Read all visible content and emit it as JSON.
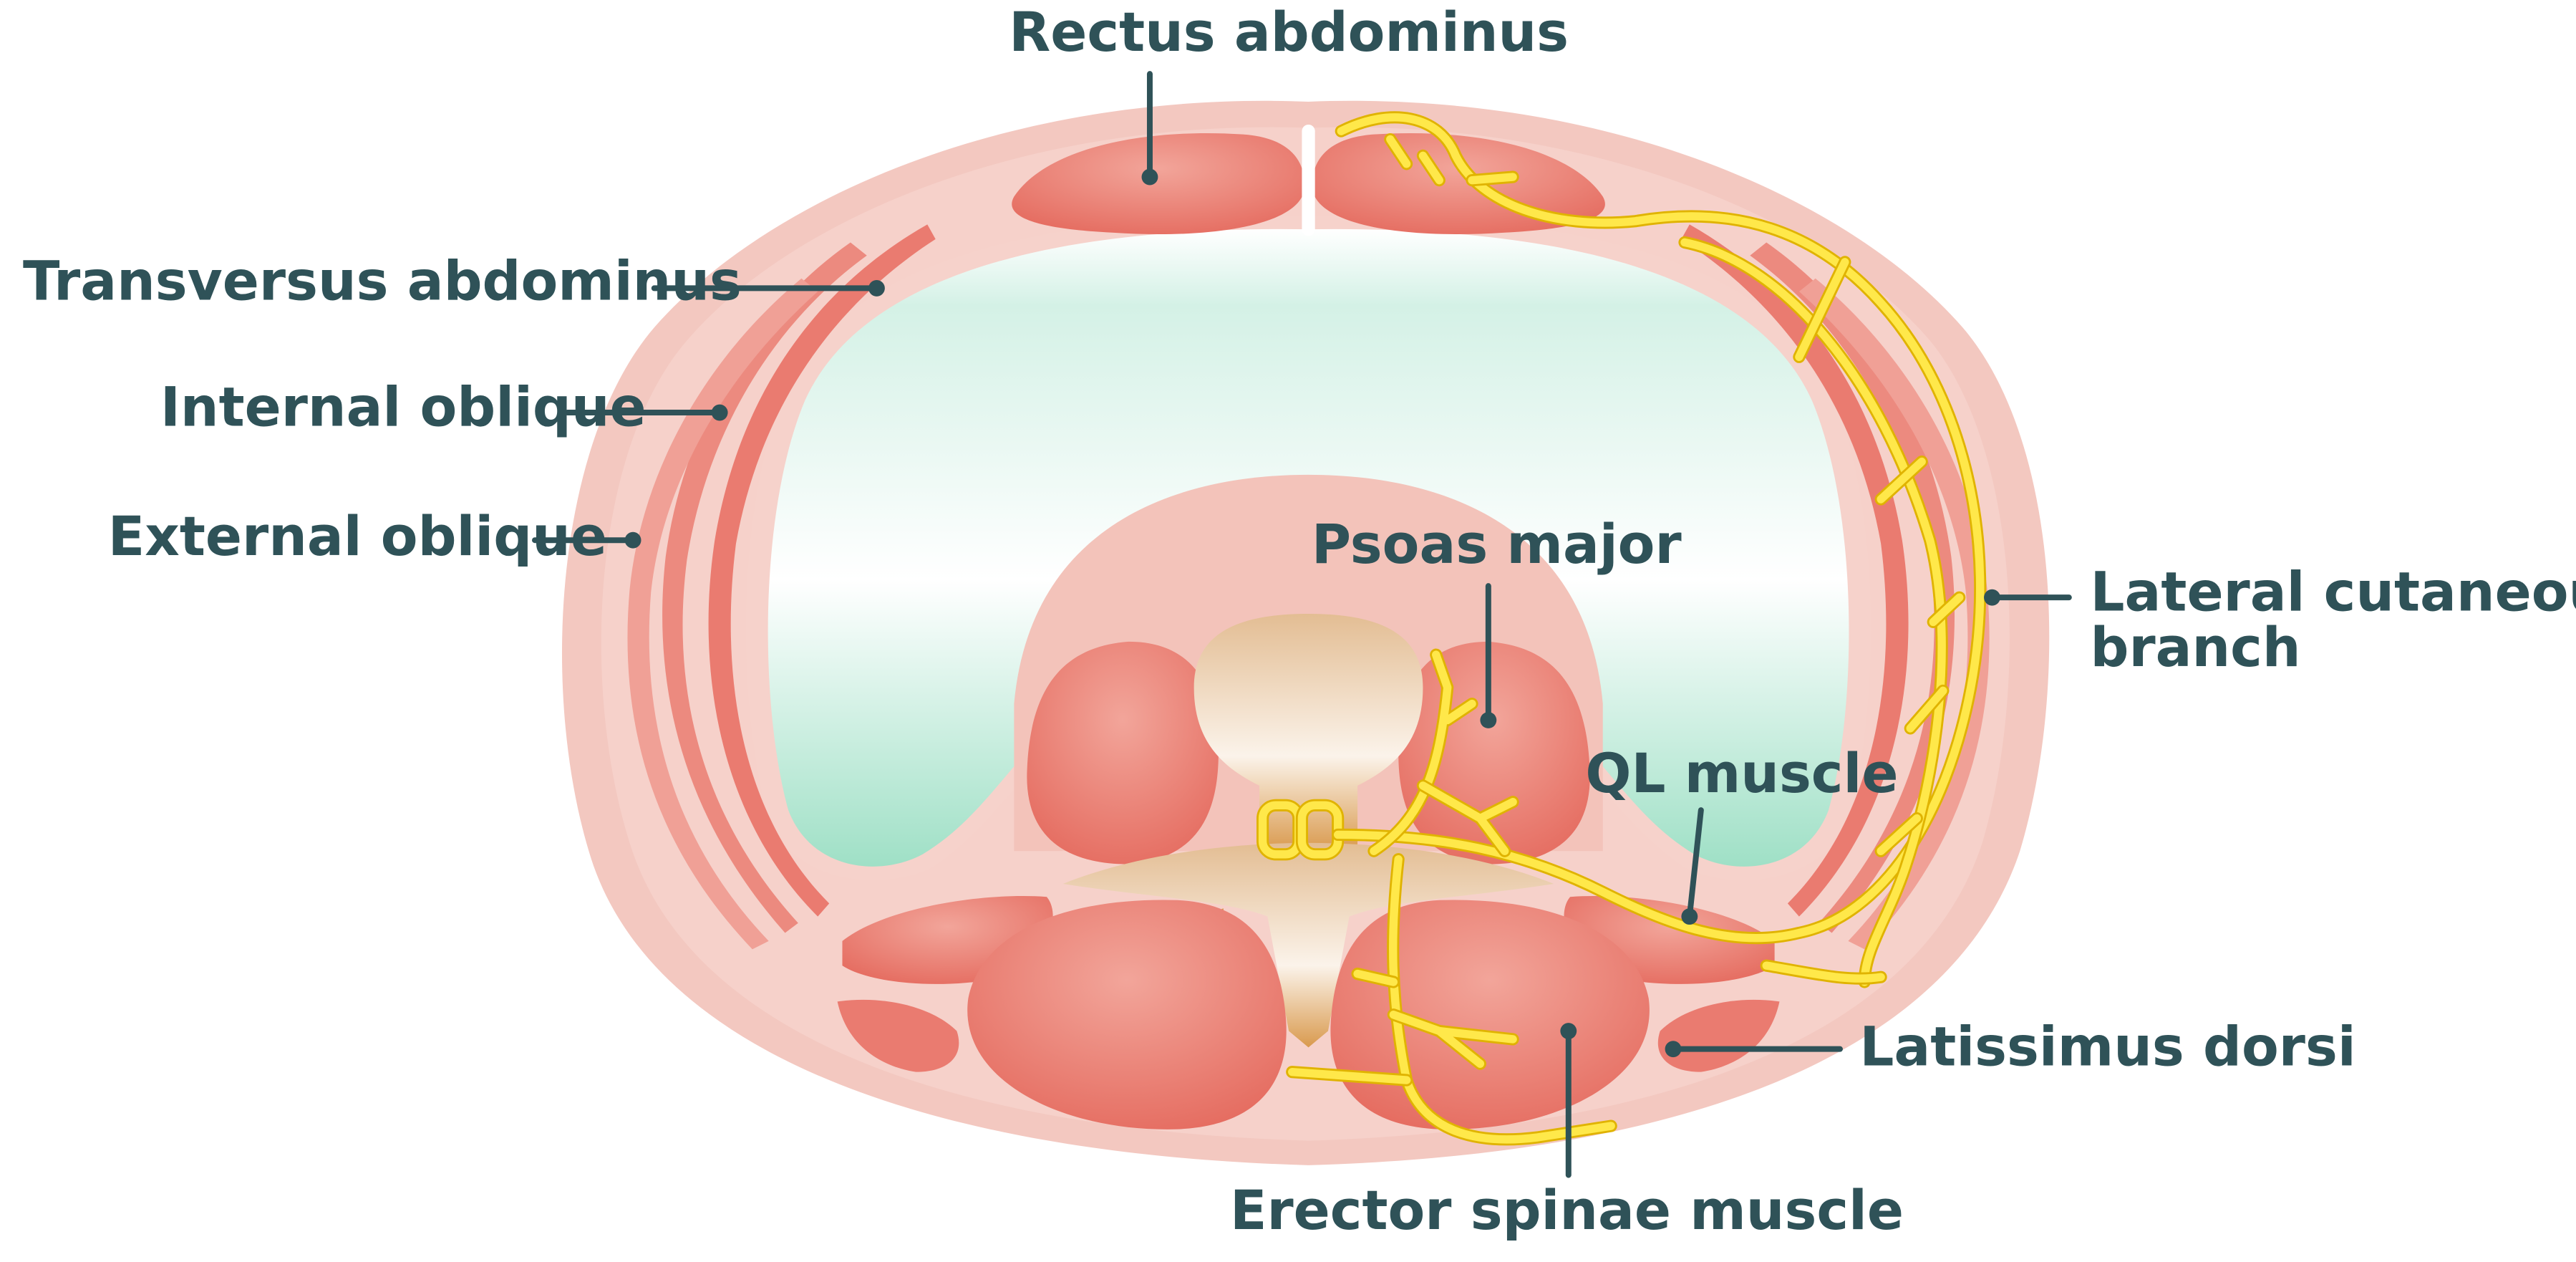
{
  "labels": {
    "rectus_abdominus": "Rectus abdominus",
    "transversus_abdominus": "Transversus abdominus",
    "internal_oblique": "Internal oblique",
    "external_oblique": "External oblique",
    "psoas_major": "Psoas major",
    "lateral_cutaneous_line1": "Lateral cutaneous",
    "lateral_cutaneous_line2": "branch",
    "ql_muscle": "QL muscle",
    "latissimus_dorsi": "Latissimus dorsi",
    "erector_spinae_muscle": "Erector spinae muscle"
  },
  "colors": {
    "outer_skin": "#f2c6bf",
    "muscle": "#ea7b70",
    "muscle_light": "#f0a096",
    "cavity_mint": "#cdeee0",
    "vertebra": "#e0b68c",
    "nerve": "#ffe84a",
    "label_text": "#2f5258"
  }
}
